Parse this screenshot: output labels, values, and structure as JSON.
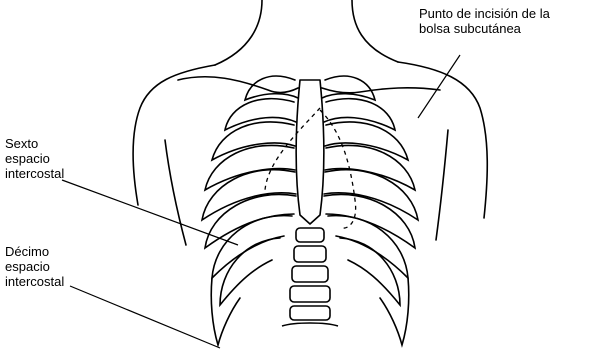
{
  "labels": {
    "pocket_incision": {
      "lines": [
        "Punto de incisión de la",
        "bolsa subcutánea"
      ]
    },
    "sixth_intercostal": {
      "lines": [
        "Sexto",
        "espacio",
        "intercostal"
      ]
    },
    "tenth_intercostal": {
      "lines": [
        "Décimo",
        "espacio",
        "intercostal"
      ]
    }
  },
  "colors": {
    "ink": "#000000",
    "background": "#ffffff"
  }
}
